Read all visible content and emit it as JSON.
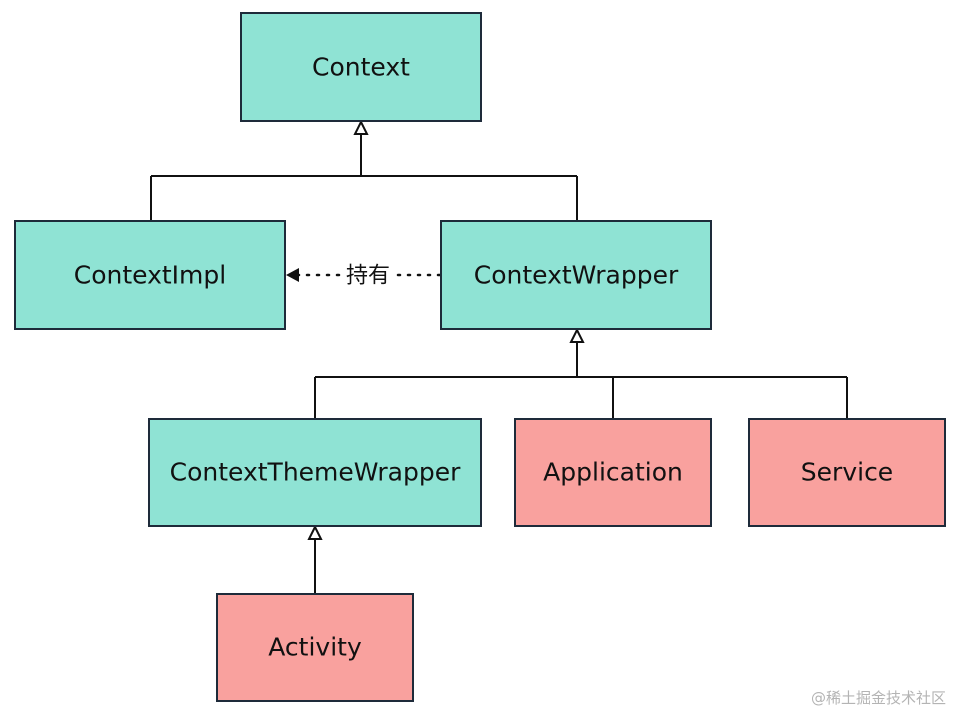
{
  "colors": {
    "framework_class": "#8fe3d4",
    "app_component": "#f9a19e",
    "border": "#1e2b3a",
    "line": "#111111"
  },
  "nodes": {
    "context": {
      "label": "Context"
    },
    "context_impl": {
      "label": "ContextImpl"
    },
    "context_wrapper": {
      "label": "ContextWrapper"
    },
    "context_theme_wrapper": {
      "label": "ContextThemeWrapper"
    },
    "application": {
      "label": "Application"
    },
    "service": {
      "label": "Service"
    },
    "activity": {
      "label": "Activity"
    }
  },
  "edges": {
    "holds_label": "持有"
  },
  "watermark": "@稀土掘金技术社区"
}
